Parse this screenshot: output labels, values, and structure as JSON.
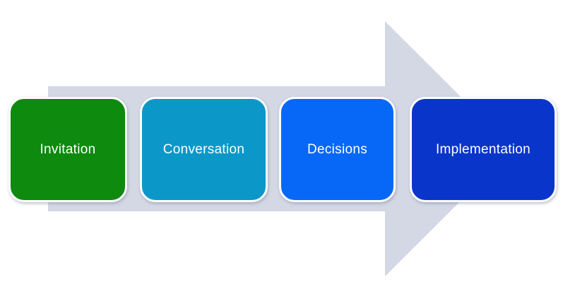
{
  "diagram": {
    "type": "process-flow-arrow",
    "direction": "right",
    "background_color": "#ffffff",
    "arrow": {
      "color": "#d4d8e5",
      "description": "large right-pointing block arrow behind steps"
    },
    "text_color": "#ffffff",
    "steps": [
      {
        "label": "Invitation",
        "color": "#0e8a0e"
      },
      {
        "label": "Conversation",
        "color": "#0b98c8"
      },
      {
        "label": "Decisions",
        "color": "#0768f8"
      },
      {
        "label": "Implementation",
        "color": "#0a35cb"
      }
    ]
  }
}
